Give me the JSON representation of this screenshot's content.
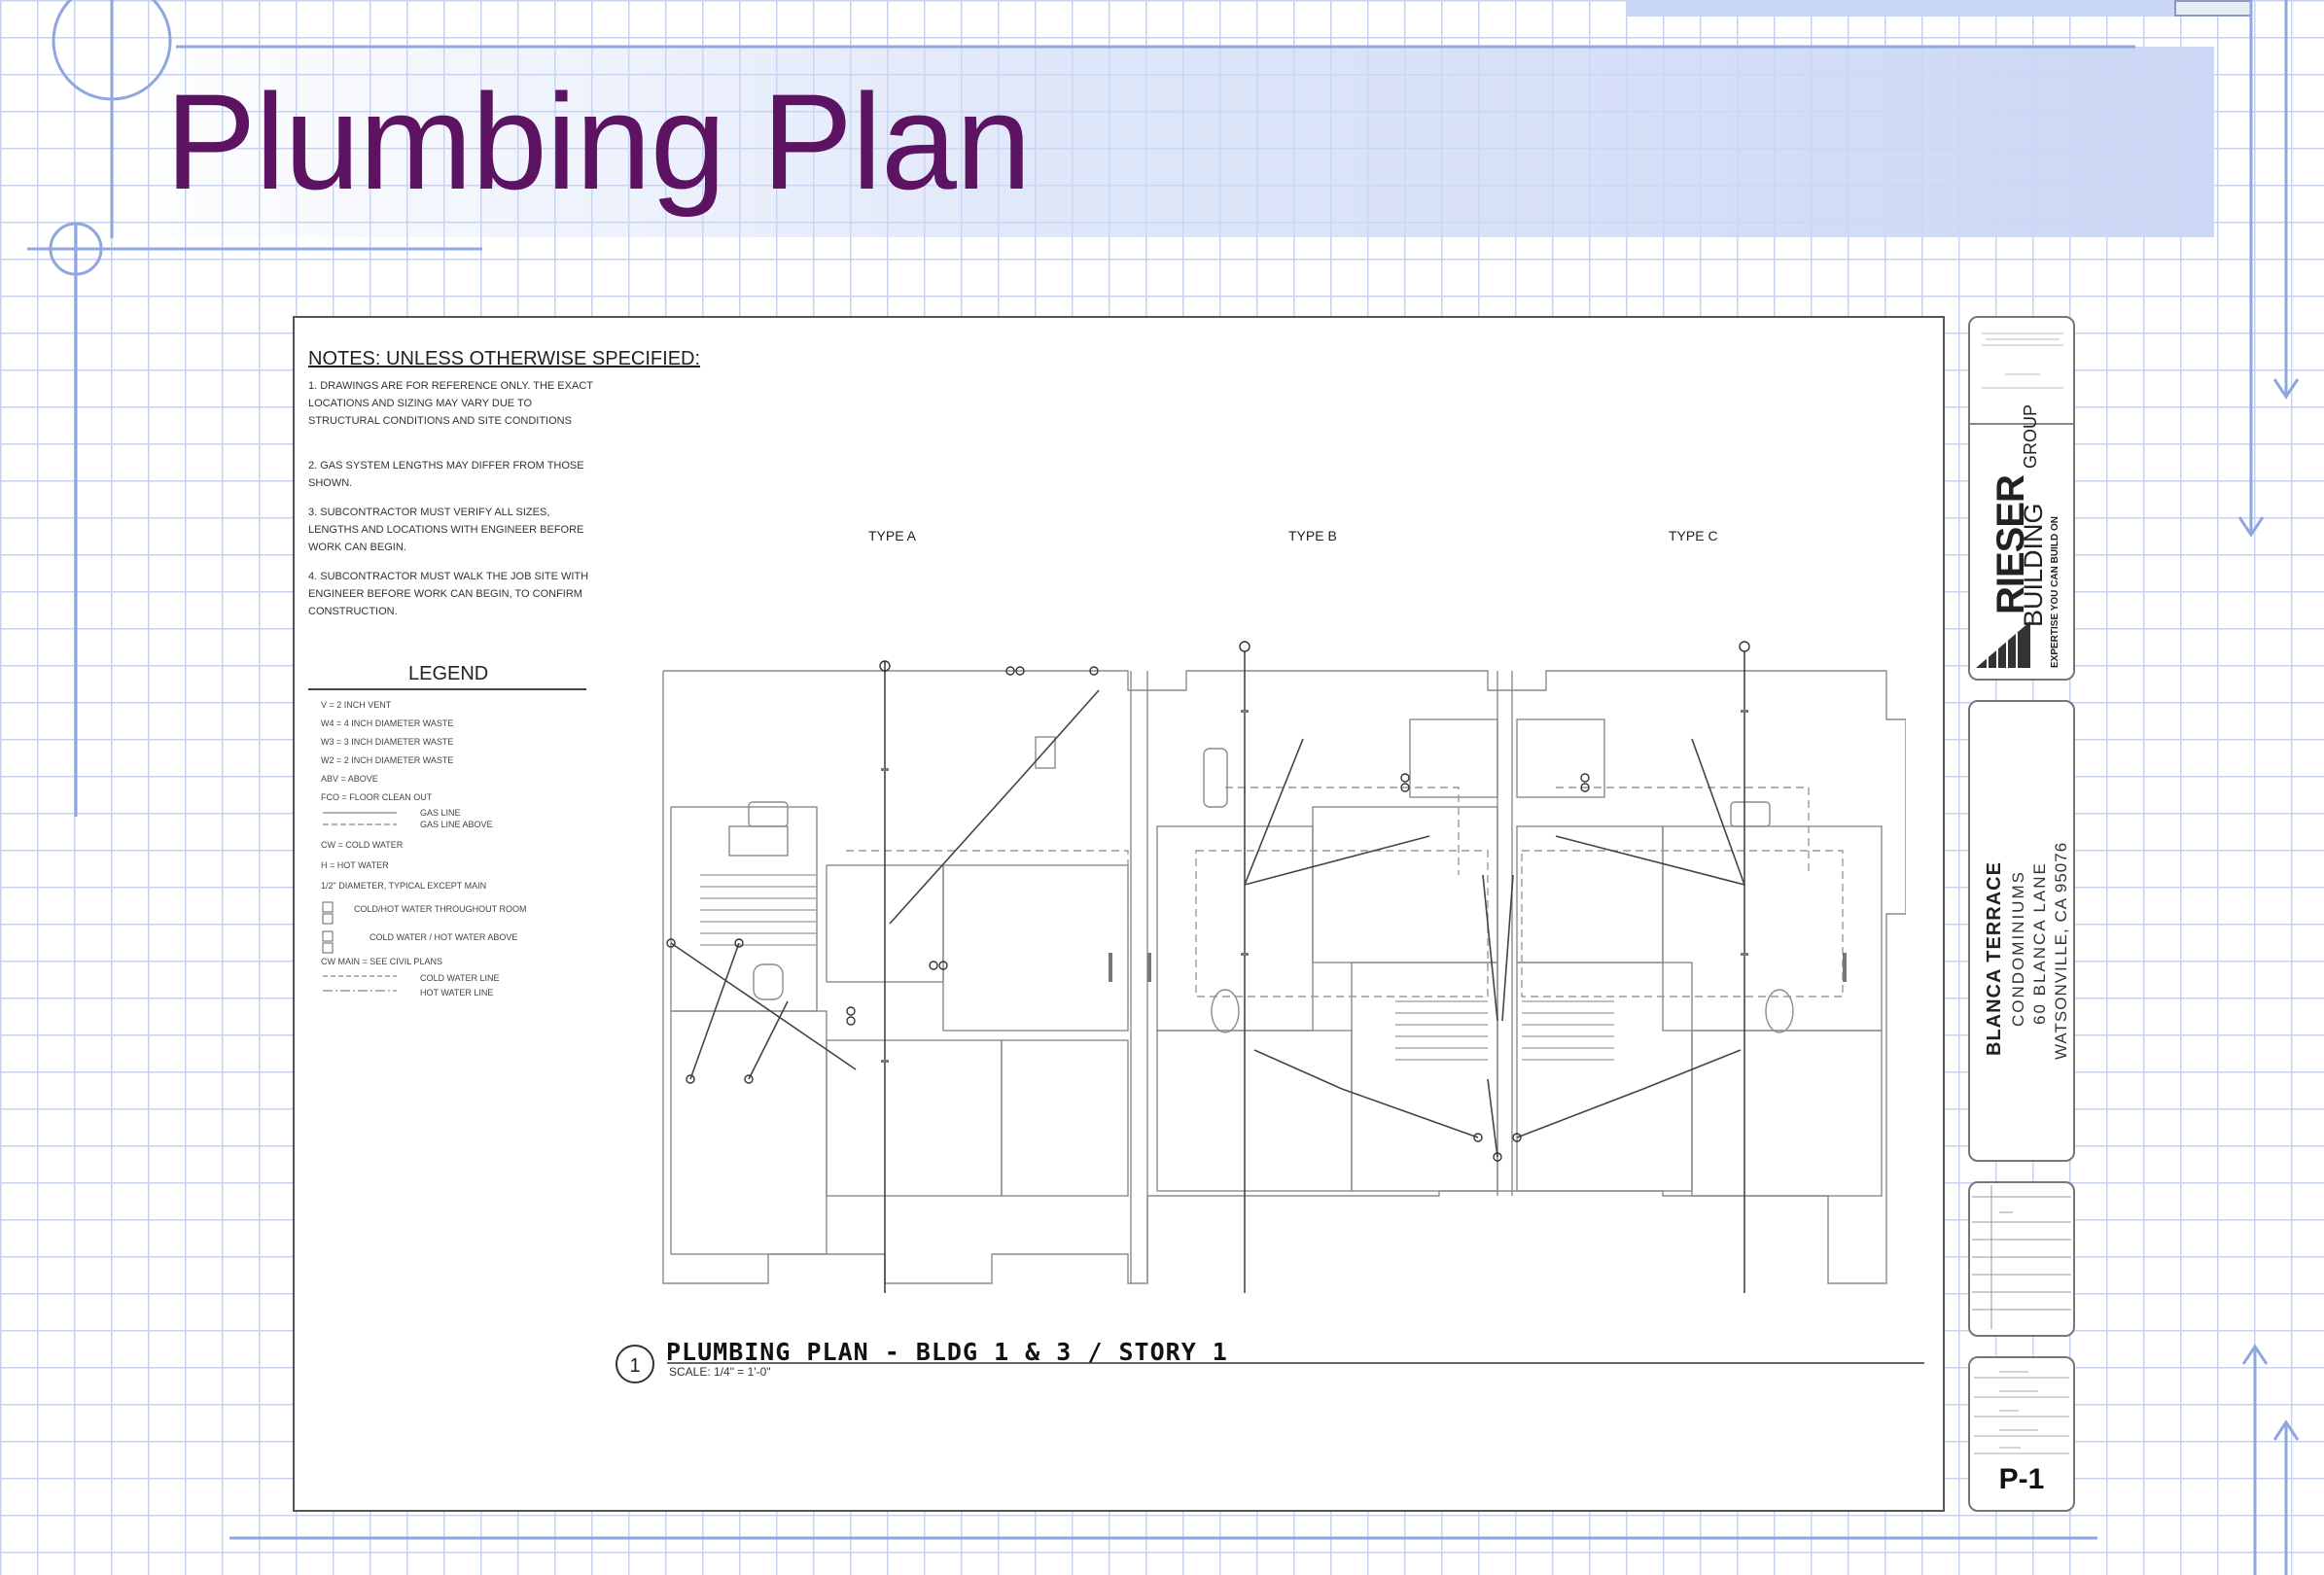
{
  "slide": {
    "title": "Plumbing Plan",
    "colors": {
      "title": "#5c1462",
      "grid": "#c7d3ec",
      "accent_line": "#8fa6df"
    }
  },
  "drawing": {
    "notes_title": "NOTES: UNLESS OTHERWISE SPECIFIED:",
    "notes": [
      "1. DRAWINGS ARE FOR REFERENCE ONLY. THE EXACT LOCATIONS AND SIZING MAY VARY DUE TO STRUCTURAL CONDITIONS AND SITE CONDITIONS",
      "2. GAS SYSTEM LENGTHS MAY DIFFER FROM THOSE SHOWN.",
      "3. SUBCONTRACTOR MUST VERIFY ALL SIZES, LENGTHS AND LOCATIONS WITH ENGINEER BEFORE WORK CAN BEGIN.",
      "4. SUBCONTRACTOR MUST WALK THE JOB SITE WITH ENGINEER BEFORE WORK CAN BEGIN, TO CONFIRM CONSTRUCTION."
    ],
    "legend_title": "LEGEND",
    "legend": [
      "V = 2 INCH VENT",
      "W4 = 4 INCH DIAMETER WASTE",
      "W3 = 3 INCH DIAMETER WASTE",
      "W2 = 2 INCH DIAMETER WASTE",
      "ABV = ABOVE",
      "FCO = FLOOR CLEAN OUT",
      "GAS LINE",
      "GAS LINE ABOVE",
      "CW = COLD WATER",
      "H = HOT WATER",
      "1/2\" DIAMETER, TYPICAL EXCEPT MAIN",
      "COLD/HOT WATER THROUGHOUT ROOM",
      "COLD WATER / HOT WATER ABOVE",
      "CW MAIN = SEE CIVIL PLANS",
      "COLD WATER LINE",
      "HOT WATER LINE"
    ],
    "unit_types": [
      {
        "label": "TYPE A"
      },
      {
        "label": "TYPE B"
      },
      {
        "label": "TYPE C"
      }
    ],
    "plan_number": "1",
    "plan_title": "PLUMBING PLAN - BLDG 1 & 3 / STORY 1",
    "plan_scale": "SCALE: 1/4\" = 1'-0\"",
    "title_block": {
      "company_name": "RIESER",
      "company_line2": "BUILDING",
      "company_group": "GROUP",
      "tagline": "EXPERTISE YOU CAN BUILD ON",
      "project_name": "BLANCA TERRACE",
      "project_sub": "CONDOMINIUMS",
      "address1": "60 BLANCA LANE",
      "address2": "WATSONVILLE, CA 95076",
      "sheet_number": "P-1"
    }
  }
}
